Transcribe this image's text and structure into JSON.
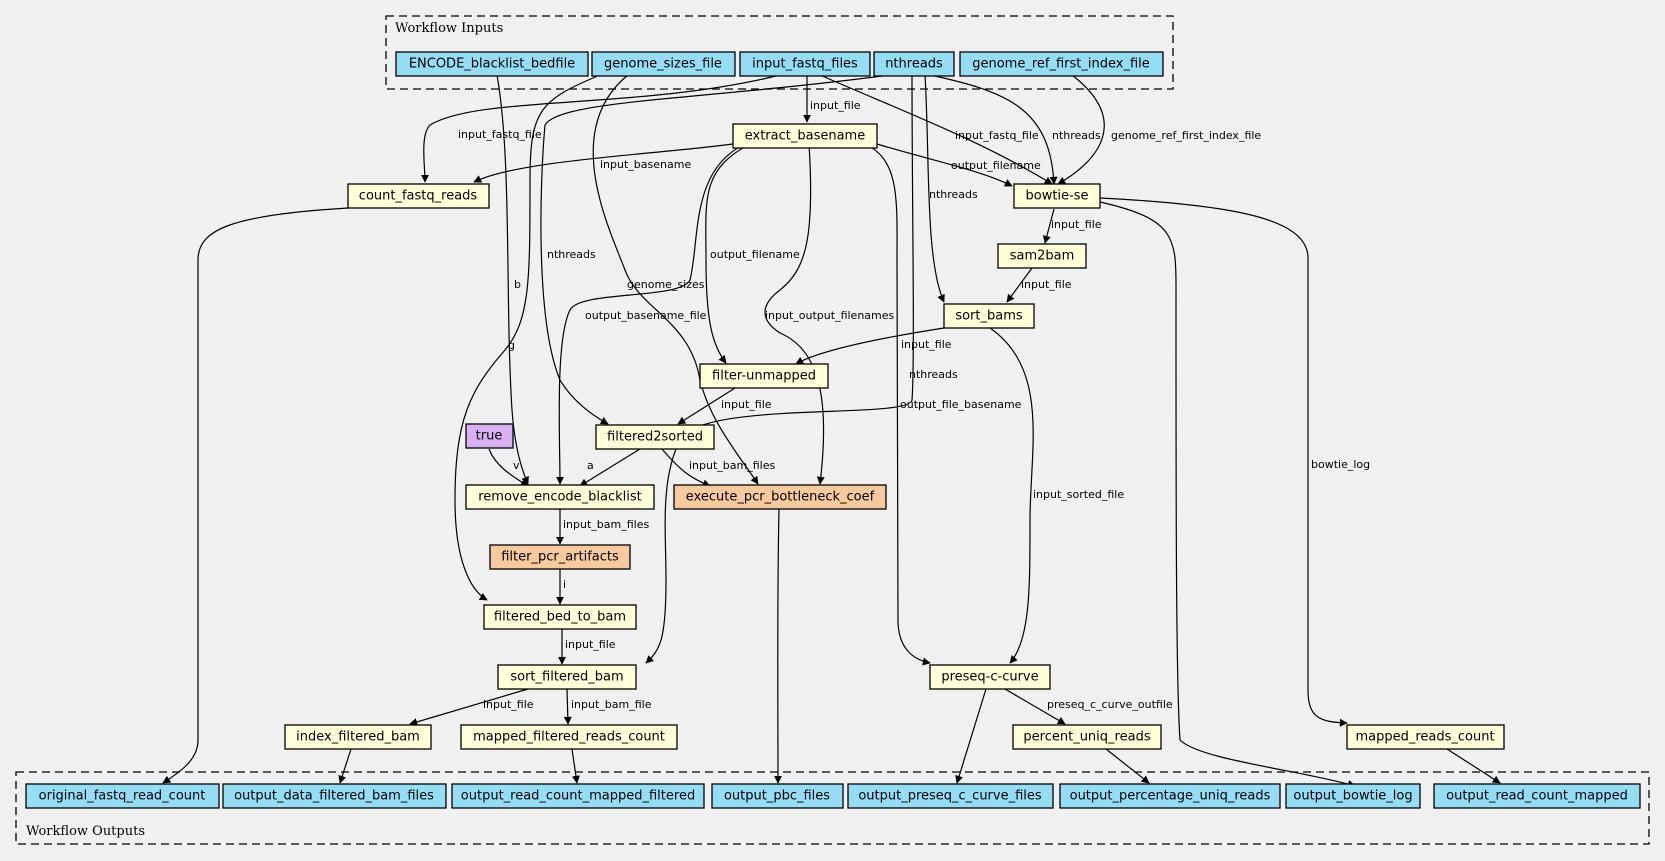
{
  "clusters": {
    "inputs_label": "Workflow Inputs",
    "outputs_label": "Workflow Outputs"
  },
  "colors": {
    "input": "#94ddf4",
    "step": "#ffffd8",
    "sub_workflow": "#f7ca9e",
    "constant": "#d8aff0",
    "background": "#f0f0f0"
  },
  "nodes": {
    "in_blacklist": "ENCODE_blacklist_bedfile",
    "in_genome_sizes": "genome_sizes_file",
    "in_fastq": "input_fastq_files",
    "in_nthreads": "nthreads",
    "in_genome_ref": "genome_ref_first_index_file",
    "extract_basename": "extract_basename",
    "count_fastq_reads": "count_fastq_reads",
    "bowtie_se": "bowtie-se",
    "sam2bam": "sam2bam",
    "sort_bams": "sort_bams",
    "filter_unmapped": "filter-unmapped",
    "filtered2sorted": "filtered2sorted",
    "true_const": "true",
    "remove_encode_blacklist": "remove_encode_blacklist",
    "execute_pcr": "execute_pcr_bottleneck_coef",
    "filter_pcr_artifacts": "filter_pcr_artifacts",
    "filtered_bed_to_bam": "filtered_bed_to_bam",
    "sort_filtered_bam": "sort_filtered_bam",
    "preseq": "preseq-c-curve",
    "index_filtered_bam": "index_filtered_bam",
    "mapped_filtered_reads_count": "mapped_filtered_reads_count",
    "percent_uniq_reads": "percent_uniq_reads",
    "mapped_reads_count": "mapped_reads_count",
    "out_original_fastq": "original_fastq_read_count",
    "out_filtered_bam": "output_data_filtered_bam_files",
    "out_count_mapped_filtered": "output_read_count_mapped_filtered",
    "out_pbc": "output_pbc_files",
    "out_preseq": "output_preseq_c_curve_files",
    "out_pct_uniq": "output_percentage_uniq_reads",
    "out_bowtie_log": "output_bowtie_log",
    "out_count_mapped": "output_read_count_mapped"
  },
  "edge_labels": {
    "fastq_to_extract": "input_file",
    "fastq_to_count": "input_fastq_file",
    "extract_to_count": "input_basename",
    "fastq_to_bowtie": "input_fastq_file",
    "nthreads_to_bowtie": "nthreads",
    "ref_to_bowtie": "genome_ref_first_index_file",
    "extract_to_bowtie": "output_filename",
    "nthreads_to_sort": "nthreads",
    "bowtie_to_sam2bam": "input_file",
    "sam2bam_to_sort": "input_file",
    "blacklist_to_remove": "b",
    "nthreads_to_f2s": "nthreads",
    "genome_to_pcr": "genome_sizes",
    "genome_to_bed2bam": "g",
    "extract_to_unmapped": "output_filename",
    "extract_to_remove": "output_basename_file",
    "extract_to_pcr": "input_output_filenames",
    "sort_to_unmapped": "input_file",
    "nthreads_to_sortfilt": "nthreads",
    "extract_to_preseq": "output_file_basename",
    "unmapped_to_f2s": "input_file",
    "true_to_remove": "v",
    "f2s_to_remove": "a",
    "f2s_to_pcr": "input_bam_files",
    "sort_to_preseq": "input_sorted_file",
    "bowtie_to_mapped": "bowtie_log",
    "remove_to_filterpcr": "input_bam_files",
    "filterpcr_to_bed2bam": "i",
    "bed2bam_to_sortfilt": "input_file",
    "sortfilt_to_index": "input_file",
    "sortfilt_to_mfrc": "input_bam_file",
    "preseq_to_pct": "preseq_c_curve_outfile"
  }
}
